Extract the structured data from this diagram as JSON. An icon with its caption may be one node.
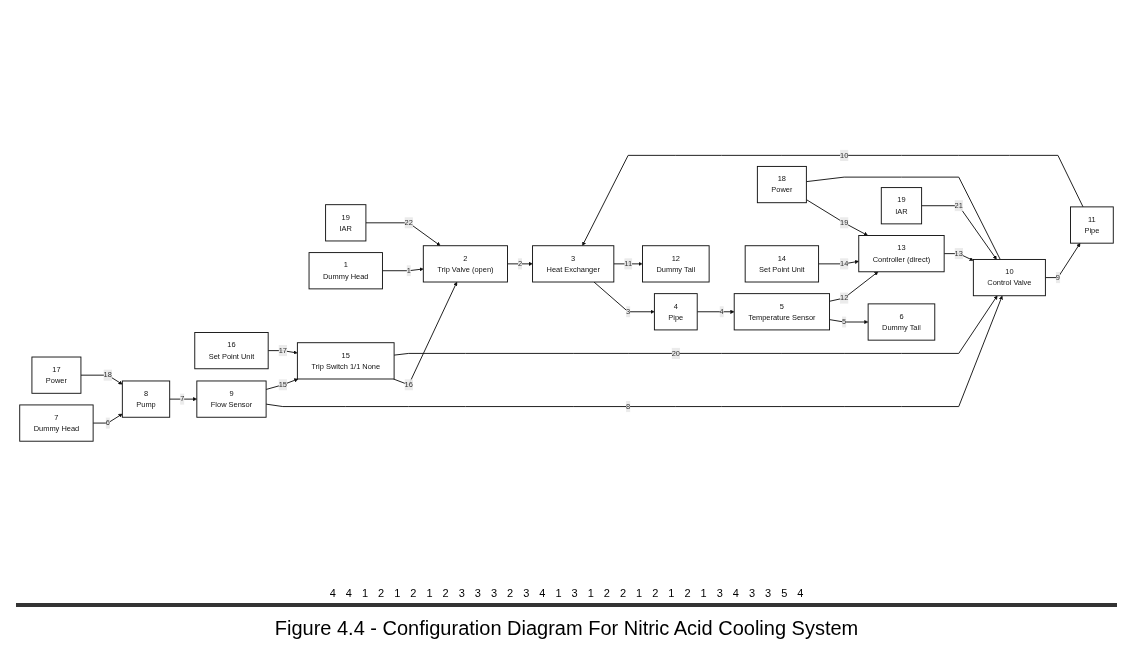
{
  "diagram": {
    "caption": "Figure 4.4 - Configuration Diagram For Nitric Acid Cooling System",
    "nodes": [
      {
        "text": [
          "12",
          "Dummy Tail"
        ]
      },
      {
        "text": [
          "19",
          "IAR"
        ]
      },
      {
        "text": [
          "1",
          "Dummy Head"
        ]
      },
      {
        "text": [
          "2",
          "Trip Valve (open)"
        ]
      },
      {
        "text": [
          "3",
          "Heat Exchanger"
        ]
      },
      {
        "text": [
          "4",
          "Pipe"
        ]
      },
      {
        "text": [
          "5",
          "Temperature Sensor"
        ]
      },
      {
        "text": [
          "6",
          "Dummy Tail"
        ]
      },
      {
        "text": [
          "16",
          "Set Point Unit"
        ]
      },
      {
        "text": [
          "15",
          "Trip Switch 1/1 None"
        ]
      },
      {
        "text": [
          "11",
          "Pipe"
        ]
      },
      {
        "text": [
          "18",
          "Power"
        ]
      },
      {
        "text": [
          "7",
          "Dummy Head"
        ]
      },
      {
        "text": [
          "8",
          "Pump"
        ]
      },
      {
        "text": [
          "9",
          "Flow Sensor"
        ]
      },
      {
        "text": [
          "10",
          "Control Valve"
        ]
      },
      {
        "text": [
          "13",
          "Controller (direct)"
        ]
      },
      {
        "text": [
          "14",
          "Set Point Unit"
        ]
      },
      {
        "text": [
          "17",
          "Power"
        ]
      },
      {
        "text": [
          "19",
          "IAR"
        ]
      }
    ],
    "edges": [
      {
        "from": 2,
        "to": 3,
        "arrow": "to",
        "label": "1"
      },
      {
        "from": 3,
        "to": 4,
        "arrow": "to",
        "label": "2"
      },
      {
        "from": 4,
        "to": 5,
        "arrow": "to",
        "label": "3"
      },
      {
        "from": 5,
        "to": 6,
        "arrow": "to",
        "label": "4"
      },
      {
        "from": 6,
        "to": 7,
        "arrow": "to",
        "label": "5"
      },
      {
        "from": 12,
        "to": 13,
        "arrow": "to",
        "label": "6"
      },
      {
        "from": 13,
        "to": 14,
        "arrow": "to",
        "label": "7"
      },
      {
        "from": 14,
        "to": 15,
        "arrow": "to",
        "label": "8"
      },
      {
        "from": 15,
        "to": 10,
        "arrow": "to",
        "label": "9"
      },
      {
        "from": 10,
        "to": 4,
        "arrow": "to",
        "label": "10"
      },
      {
        "from": 4,
        "to": 0,
        "arrow": "to",
        "label": "11"
      },
      {
        "from": 6,
        "to": 16,
        "arrow": "to",
        "label": "12"
      },
      {
        "from": 16,
        "to": 15,
        "arrow": "to",
        "label": "13"
      },
      {
        "from": 17,
        "to": 16,
        "arrow": "to",
        "label": "14"
      },
      {
        "from": 14,
        "to": 9,
        "arrow": "to",
        "label": "15"
      },
      {
        "from": 9,
        "to": 3,
        "arrow": "to",
        "label": "16"
      },
      {
        "from": 8,
        "to": 9,
        "arrow": "to",
        "label": "17"
      },
      {
        "from": 18,
        "to": 13,
        "arrow": "to",
        "label": "18"
      },
      {
        "from": 11,
        "to": 16,
        "arrow": "to",
        "label": "19"
      },
      {
        "from": 9,
        "to": 15,
        "arrow": "to",
        "label": "20"
      },
      {
        "from": 19,
        "to": 15,
        "arrow": "to",
        "label": "21"
      },
      {
        "from": 1,
        "to": 3,
        "arrow": "to",
        "label": "22"
      },
      {
        "from": 11,
        "to": 15,
        "arrow": "none"
      }
    ],
    "labels": [
      "4",
      "4",
      "1",
      "2",
      "1",
      "2",
      "1",
      "2",
      "3",
      "3",
      "3",
      "2",
      "3",
      "4",
      "1",
      "3",
      "1",
      "2",
      "2",
      "1",
      "2",
      "1",
      "2",
      "1",
      "3",
      "4",
      "3",
      "3",
      "5",
      "4"
    ]
  }
}
